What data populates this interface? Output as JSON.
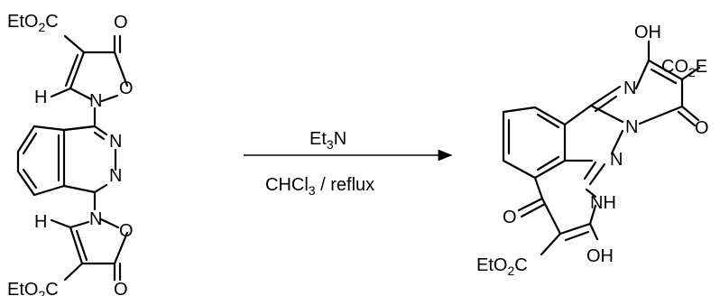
{
  "reactant": {
    "top_ester": {
      "main": "EtO",
      "sub": "2",
      "tail": "C"
    },
    "top_carbonyl_o": "O",
    "top_h": "H",
    "top_ring_o": "O",
    "top_ring_n": "N",
    "pz_n1": "N",
    "pz_n2": "N",
    "bottom_ring_n": "N",
    "bottom_h": "H",
    "bottom_ring_o": "O",
    "bottom_ester": {
      "main": "EtO",
      "sub": "2",
      "tail": "C"
    },
    "bottom_carbonyl_o": "O"
  },
  "conditions": {
    "reagent": {
      "main": "Et",
      "sub": "3",
      "tail": "N"
    },
    "solvent": {
      "main": "CHCl",
      "sub": "3",
      "tail": " / reflux"
    }
  },
  "product": {
    "oh_top": "OH",
    "ester_right": {
      "main": "CO",
      "sub": "2",
      "tail": "E"
    },
    "n_pyrimidine": "N",
    "carbonyl_o_right": "O",
    "n_bridge": "N",
    "n_triazine": "N",
    "nh": "NH",
    "ketone_o": "O",
    "ester_bottom": {
      "main": "EtO",
      "sub": "2",
      "tail": "C"
    },
    "oh_bottom": "OH"
  }
}
